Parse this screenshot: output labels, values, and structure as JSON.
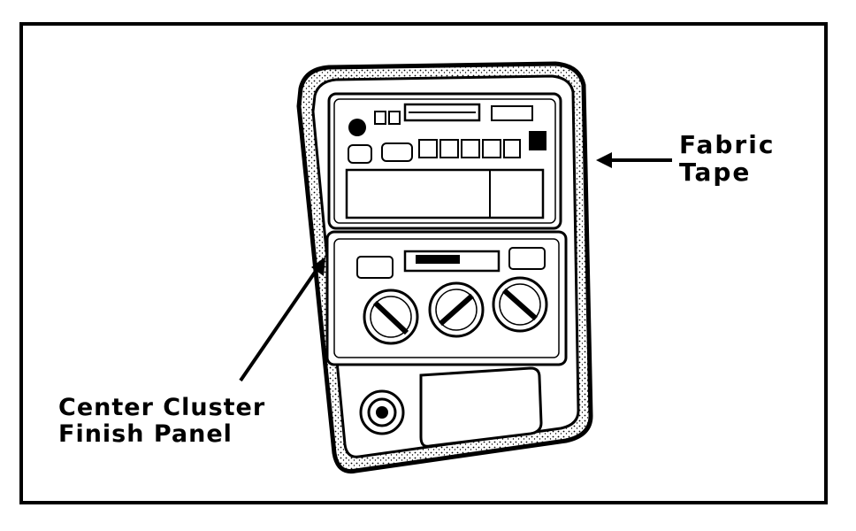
{
  "callouts": {
    "fabric_tape": {
      "line1": "Fabric",
      "line2": "Tape"
    },
    "center_cluster": {
      "line1": "Center Cluster",
      "line2": "Finish Panel"
    }
  },
  "colors": {
    "ink": "#000000",
    "paper": "#ffffff"
  }
}
